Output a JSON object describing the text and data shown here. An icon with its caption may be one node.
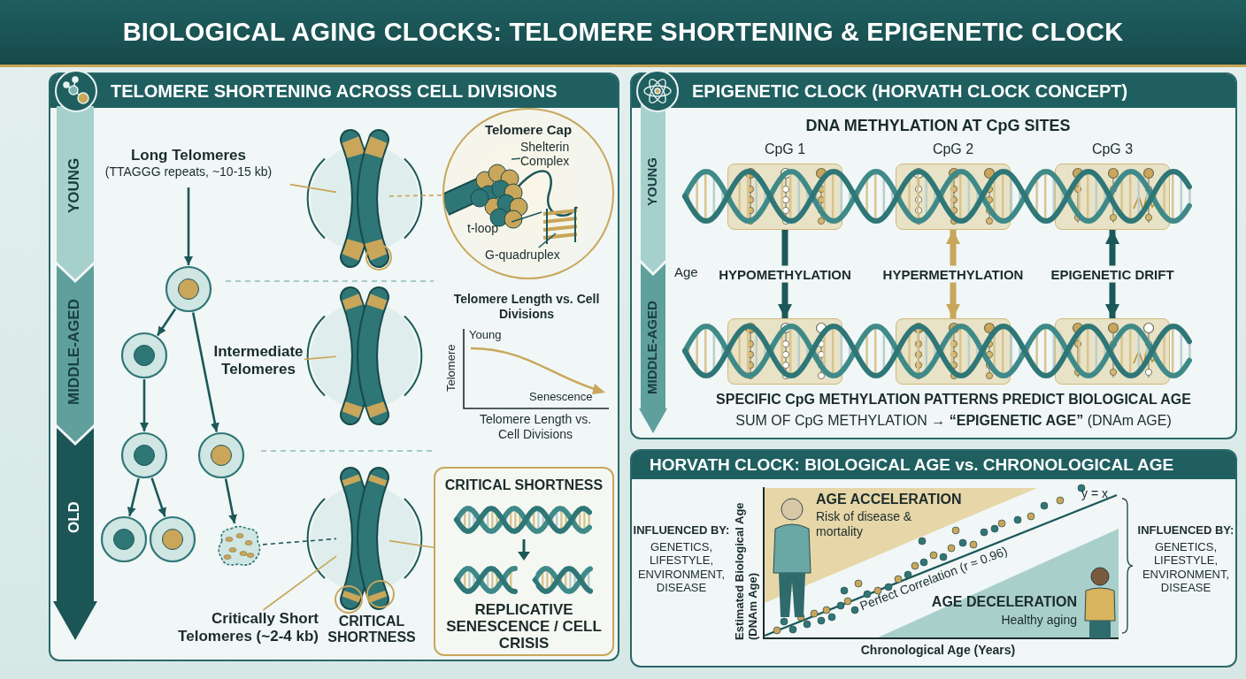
{
  "diagram": {
    "title": "BIOLOGICAL AGING CLOCKS: TELOMERE SHORTENING & EPIGENETIC CLOCK",
    "nodes": [
      {
        "text": [
          "TELOMERE SHORTENING ACROSS CELL DIVISIONS"
        ]
      },
      {
        "text": [
          "Long Telomeres",
          "(TTAGGG repeats, ~10-15 kb)"
        ],
        "in": 0
      },
      {
        "text": [],
        "shape": "picture",
        "in": 0
      },
      {
        "text": [
          "Telomere Cap"
        ],
        "in": 0
      },
      {
        "text": [
          "Shelterin Complex"
        ],
        "in": 3
      },
      {
        "text": [
          "t-loop"
        ],
        "in": 3
      },
      {
        "text": [
          "G-quadruplex"
        ],
        "in": 3
      },
      {
        "text": [],
        "shape": "circle",
        "in": 0
      },
      {
        "text": [],
        "shape": "circle",
        "in": 0
      },
      {
        "text": [
          "Intermediate Telomeres"
        ],
        "in": 0
      },
      {
        "text": [],
        "shape": "picture",
        "in": 0
      },
      {
        "text": [],
        "shape": "circle",
        "in": 0
      },
      {
        "text": [],
        "shape": "circle",
        "in": 0
      },
      {
        "text": [],
        "shape": "circle",
        "in": 0
      },
      {
        "text": [],
        "shape": "circle",
        "in": 0
      },
      {
        "text": [],
        "shape": "cloud",
        "in": 0
      },
      {
        "text": [],
        "shape": "picture",
        "in": 0
      },
      {
        "text": [
          "**Critically Short Telomeres** (~2-4 kb)"
        ],
        "in": 0
      },
      {
        "text": [
          "CRITICAL SHORTNESS"
        ],
        "in": 0
      },
      {
        "text": [
          "CRITICAL SHORTNESS",
          "REPLICATIVE SENESCENCE / CELL CRISIS"
        ],
        "in": 0
      },
      {
        "text": [
          "EPIGENETIC CLOCK (HORVATH CLOCK CONCEPT)"
        ]
      },
      {
        "text": [],
        "shape": "box",
        "in": 20,
        "beside": [
          "CpG 1"
        ]
      },
      {
        "text": [],
        "shape": "box",
        "in": 20,
        "beside": [
          "CpG 2"
        ]
      },
      {
        "text": [],
        "shape": "box",
        "in": 20,
        "beside": [
          "CpG 3"
        ]
      },
      {
        "text": [],
        "shape": "box",
        "in": 20
      },
      {
        "text": [],
        "shape": "box",
        "in": 20
      },
      {
        "text": [],
        "shape": "box",
        "in": 20
      },
      {
        "text": [
          "HORVATH CLOCK: BIOLOGICAL AGE vs. CHRONOLOGICAL AGE"
        ]
      }
    ],
    "edges": [
      {
        "from": 1,
        "to": 7,
        "arrow": "to"
      },
      {
        "from": 7,
        "to": 8,
        "arrow": "to"
      },
      {
        "from": 7,
        "to": 12,
        "arrow": "to"
      },
      {
        "from": 8,
        "to": 11,
        "arrow": "to"
      },
      {
        "from": 11,
        "to": 13,
        "arrow": "to"
      },
      {
        "from": 11,
        "to": 14,
        "arrow": "to"
      },
      {
        "from": 12,
        "to": 15,
        "arrow": "to"
      },
      {
        "from": 1,
        "to": 2,
        "arrow": "none",
        "color": "#c9a65a"
      },
      {
        "from": 9,
        "to": 10,
        "arrow": "none",
        "color": "#c9a65a"
      },
      {
        "from": 17,
        "to": 16,
        "arrow": "none",
        "color": "#c9a65a"
      },
      {
        "from": 2,
        "to": 3,
        "arrow": "none",
        "style": "dashed",
        "color": "#c9a65a"
      },
      {
        "from": 15,
        "to": 16,
        "arrow": "none",
        "style": "dashed"
      },
      {
        "from": 16,
        "to": 19,
        "arrow": "none",
        "color": "#c9a65a"
      },
      {
        "from": 4,
        "to": null,
        "arrow": "none"
      },
      {
        "from": 5,
        "to": null,
        "arrow": "none"
      },
      {
        "from": 6,
        "to": null,
        "arrow": "none"
      },
      {
        "from": 21,
        "to": 24,
        "arrow": "to",
        "label": "HYPOMETHYLATION",
        "style": "thick"
      },
      {
        "from": 22,
        "to": 25,
        "arrow": "both",
        "label": "HYPERMETHYLATION",
        "style": "thick",
        "color": "#c9a65a"
      },
      {
        "from": 23,
        "to": 26,
        "arrow": "both",
        "label": "EPIGENETIC DRIFT",
        "style": "thick"
      }
    ],
    "labels": [
      "Telomere Length vs. Cell Divisions",
      "Young",
      "Telomere",
      "Senescence",
      "Telomere Length vs. Cell Divisions",
      "YOUNG",
      "MIDDLE-AGED",
      "OLD",
      "DNA METHYLATION AT CpG SITES",
      "YOUNG",
      "MIDDLE-AGED",
      "Age",
      "SPECIFIC CpG METHYLATION PATTERNS PREDICT BIOLOGICAL AGE",
      "SUM OF CpG METHYLATION → **“EPIGENETIC AGE”** (DNAm AGE)",
      "INFLUENCED BY:",
      "GENETICS, LIFESTYLE, ENVIRONMENT, DISEASE",
      "Estimated Biological Age (DNAm Age)",
      "AGE ACCELERATION",
      "Risk of disease & mortality",
      "y = x",
      "Perfect Correlation (r ≈ 0.96)",
      "AGE DECELERATION",
      "Healthy aging",
      "Chronological Age (Years)",
      "INFLUENCED BY:",
      "GENETICS, LIFESTYLE, ENVIRONMENT, DISEASE"
    ]
  }
}
